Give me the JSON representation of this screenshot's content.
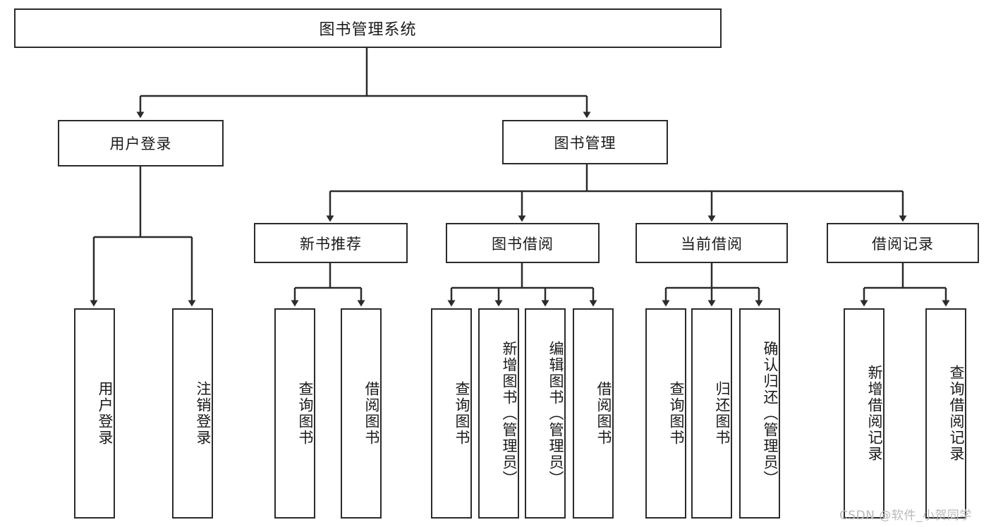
{
  "diagram": {
    "type": "tree-hierarchy-chart",
    "title": "图书管理系统",
    "root": {
      "label": "图书管理系统",
      "level": 0
    },
    "level1": [
      {
        "label": "用户登录"
      },
      {
        "label": "图书管理"
      }
    ],
    "level2": [
      {
        "label": "新书推荐"
      },
      {
        "label": "图书借阅"
      },
      {
        "label": "当前借阅"
      },
      {
        "label": "借阅记录"
      }
    ],
    "leaves": {
      "user_login": [
        {
          "label": "用户登录"
        },
        {
          "label": "注销登录"
        }
      ],
      "new_book_recommend": [
        {
          "label": "查询图书"
        },
        {
          "label": "借阅图书"
        }
      ],
      "book_borrow": [
        {
          "label": "查询图书"
        },
        {
          "label": "新增图书（管理员）"
        },
        {
          "label": "编辑图书（管理员）"
        },
        {
          "label": "借阅图书"
        }
      ],
      "current_borrow": [
        {
          "label": "查询图书"
        },
        {
          "label": "归还图书"
        },
        {
          "label": "确认归还（管理员）"
        }
      ],
      "borrow_record": [
        {
          "label": "新增借阅记录"
        },
        {
          "label": "查询借阅记录"
        }
      ]
    },
    "watermark": "CSDN @软件_小贺同学",
    "colors": {
      "stroke": "#2b2b2b",
      "fill": "#ffffff",
      "text": "#1a1a1a",
      "watermark": "#b9b9b9"
    }
  }
}
